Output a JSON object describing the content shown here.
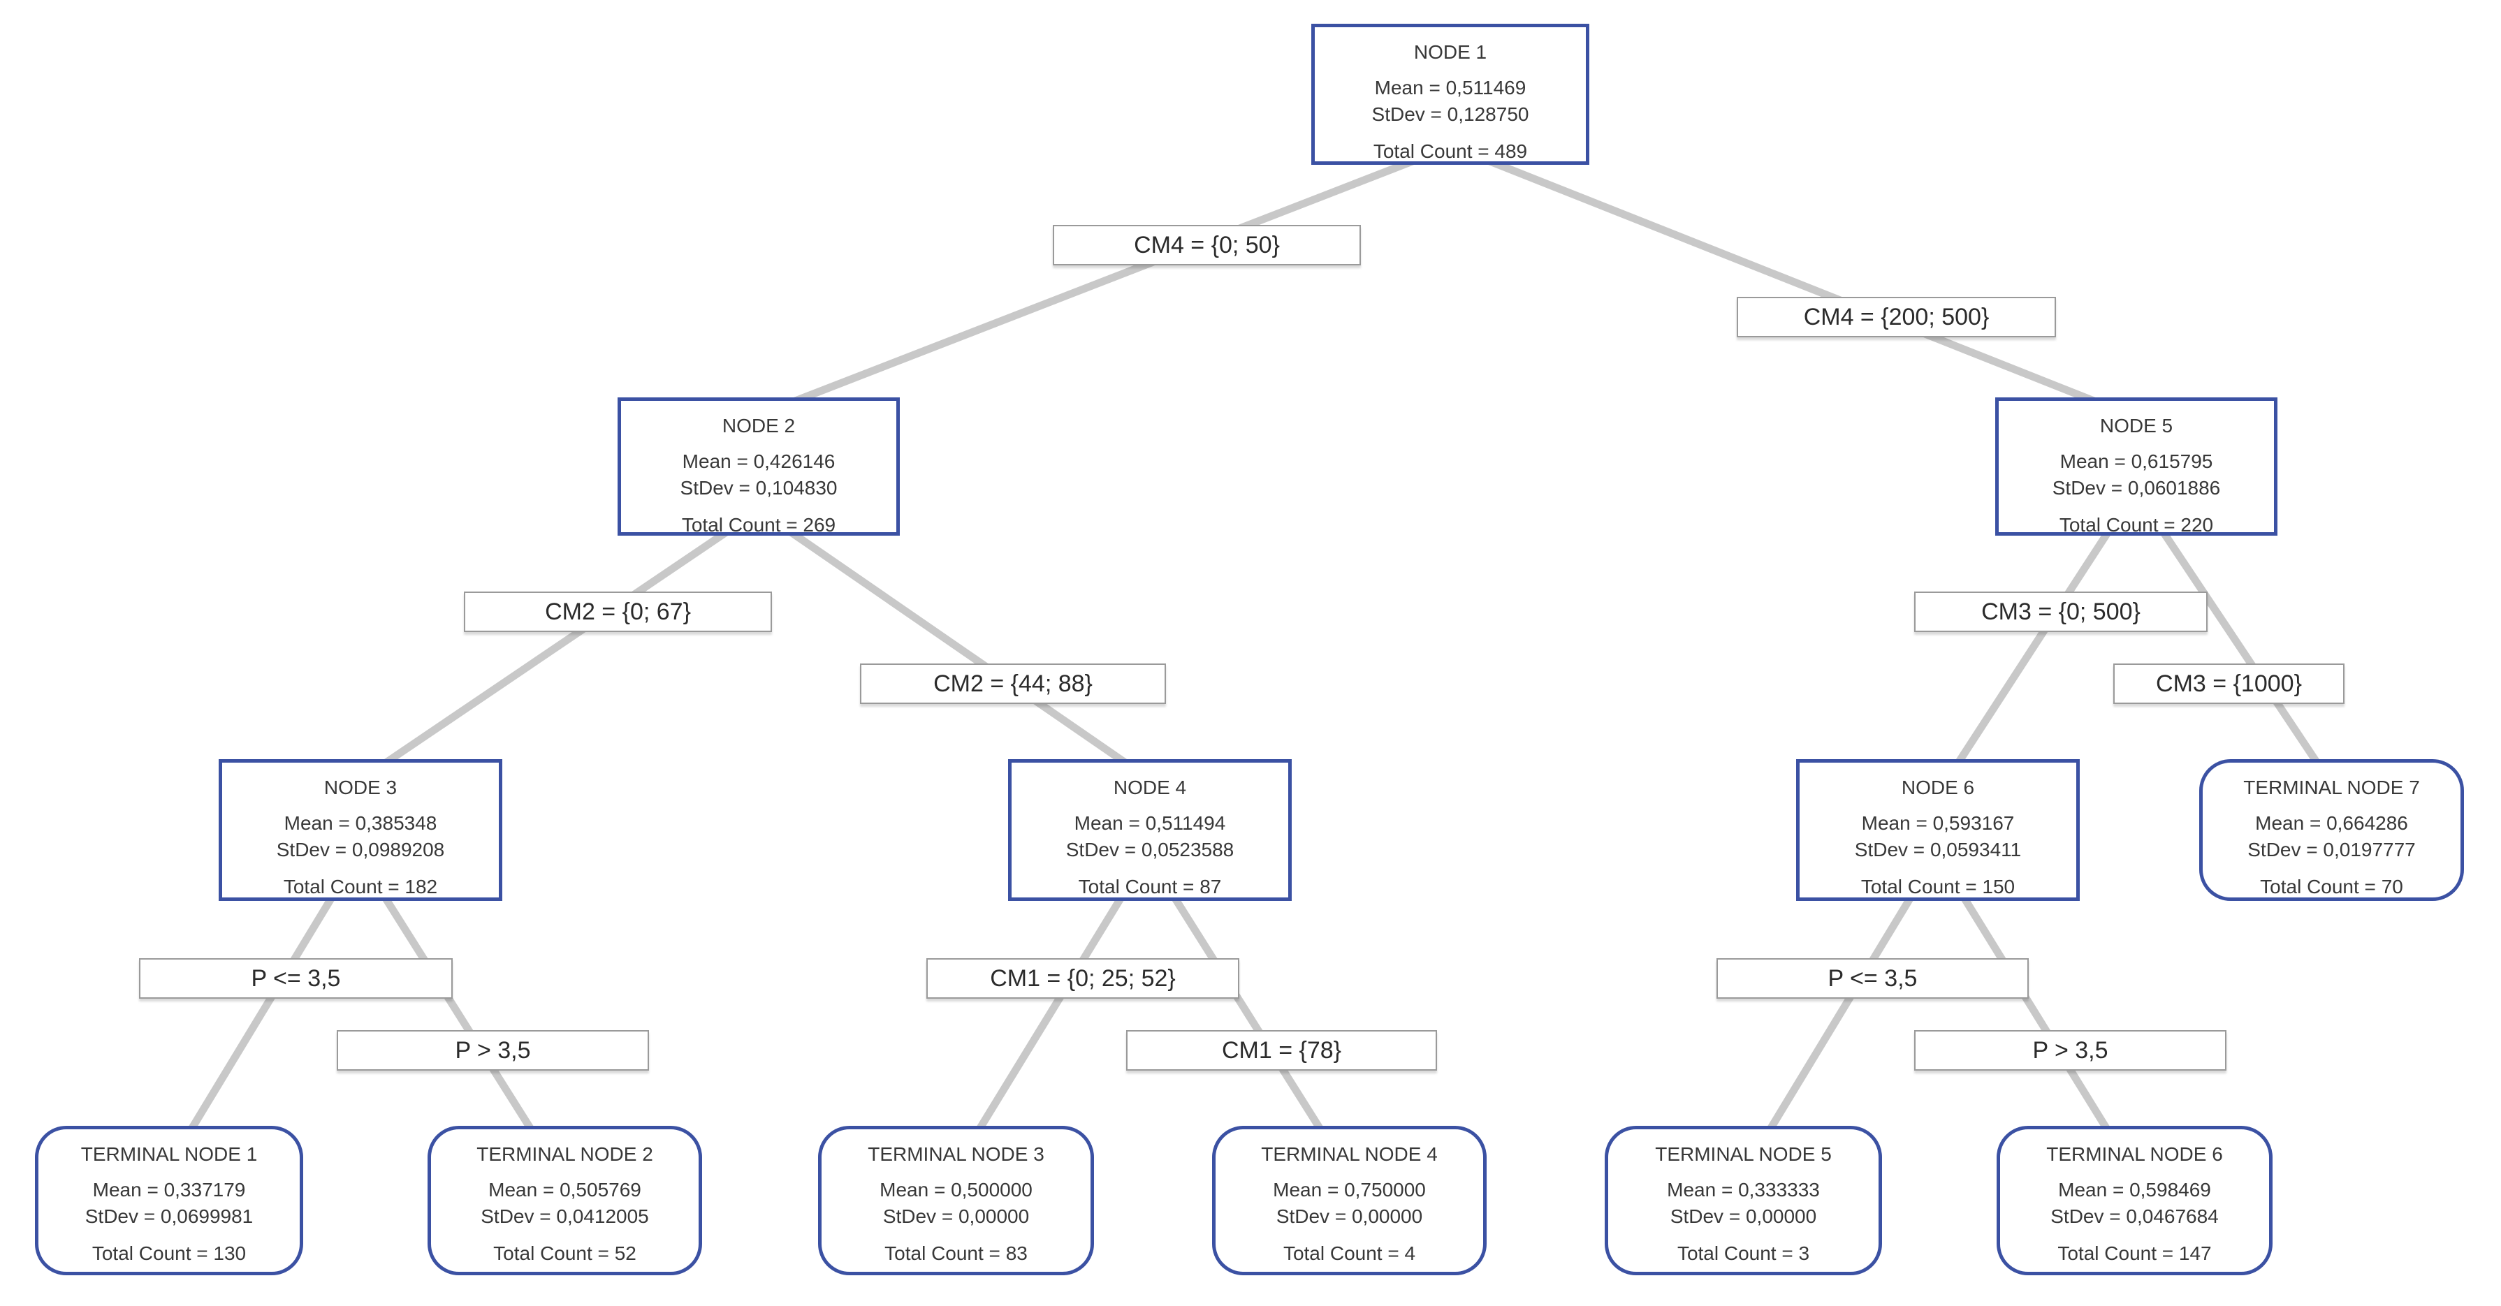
{
  "colors": {
    "node_border": "#3B51A3",
    "edge_line": "#C8C8C8",
    "label_border": "#9A9A9A",
    "text": "#383838",
    "background": "#FFFFFF"
  },
  "tree": {
    "nodes": [
      {
        "title": "NODE 1",
        "type": "internal",
        "mean": "Mean = 0,511469",
        "stdev": "StDev = 0,128750",
        "count": "Total Count = 489"
      },
      {
        "title": "NODE 2",
        "type": "internal",
        "mean": "Mean = 0,426146",
        "stdev": "StDev = 0,104830",
        "count": "Total Count = 269"
      },
      {
        "title": "NODE 5",
        "type": "internal",
        "mean": "Mean = 0,615795",
        "stdev": "StDev = 0,0601886",
        "count": "Total Count = 220"
      },
      {
        "title": "NODE 3",
        "type": "internal",
        "mean": "Mean = 0,385348",
        "stdev": "StDev = 0,0989208",
        "count": "Total Count = 182"
      },
      {
        "title": "NODE 4",
        "type": "internal",
        "mean": "Mean = 0,511494",
        "stdev": "StDev = 0,0523588",
        "count": "Total Count = 87"
      },
      {
        "title": "NODE 6",
        "type": "internal",
        "mean": "Mean = 0,593167",
        "stdev": "StDev = 0,0593411",
        "count": "Total Count = 150"
      },
      {
        "title": "TERMINAL NODE 7",
        "type": "terminal",
        "mean": "Mean = 0,664286",
        "stdev": "StDev = 0,0197777",
        "count": "Total Count = 70"
      },
      {
        "title": "TERMINAL NODE 1",
        "type": "terminal",
        "mean": "Mean = 0,337179",
        "stdev": "StDev = 0,0699981",
        "count": "Total Count = 130"
      },
      {
        "title": "TERMINAL NODE 2",
        "type": "terminal",
        "mean": "Mean = 0,505769",
        "stdev": "StDev = 0,0412005",
        "count": "Total Count = 52"
      },
      {
        "title": "TERMINAL NODE 3",
        "type": "terminal",
        "mean": "Mean = 0,500000",
        "stdev": "StDev = 0,00000",
        "count": "Total Count = 83"
      },
      {
        "title": "TERMINAL NODE 4",
        "type": "terminal",
        "mean": "Mean = 0,750000",
        "stdev": "StDev = 0,00000",
        "count": "Total Count = 4"
      },
      {
        "title": "TERMINAL NODE 5",
        "type": "terminal",
        "mean": "Mean = 0,333333",
        "stdev": "StDev = 0,00000",
        "count": "Total Count = 3"
      },
      {
        "title": "TERMINAL NODE 6",
        "type": "terminal",
        "mean": "Mean = 0,598469",
        "stdev": "StDev = 0,0467684",
        "count": "Total Count = 147"
      }
    ],
    "edges": [
      {
        "from": "NODE 1",
        "to": "NODE 2",
        "label": "CM4 = {0; 50}"
      },
      {
        "from": "NODE 1",
        "to": "NODE 5",
        "label": "CM4 = {200; 500}"
      },
      {
        "from": "NODE 2",
        "to": "NODE 3",
        "label": "CM2 = {0; 67}"
      },
      {
        "from": "NODE 2",
        "to": "NODE 4",
        "label": "CM2 = {44; 88}"
      },
      {
        "from": "NODE 5",
        "to": "NODE 6",
        "label": "CM3 = {0; 500}"
      },
      {
        "from": "NODE 5",
        "to": "TERMINAL NODE 7",
        "label": "CM3 = {1000}"
      },
      {
        "from": "NODE 3",
        "to": "TERMINAL NODE 1",
        "label": "P <= 3,5"
      },
      {
        "from": "NODE 3",
        "to": "TERMINAL NODE 2",
        "label": "P > 3,5"
      },
      {
        "from": "NODE 4",
        "to": "TERMINAL NODE 3",
        "label": "CM1 = {0; 25; 52}"
      },
      {
        "from": "NODE 4",
        "to": "TERMINAL NODE 4",
        "label": "CM1 = {78}"
      },
      {
        "from": "NODE 6",
        "to": "TERMINAL NODE 5",
        "label": "P <= 3,5"
      },
      {
        "from": "NODE 6",
        "to": "TERMINAL NODE 6",
        "label": "P > 3,5"
      }
    ]
  }
}
